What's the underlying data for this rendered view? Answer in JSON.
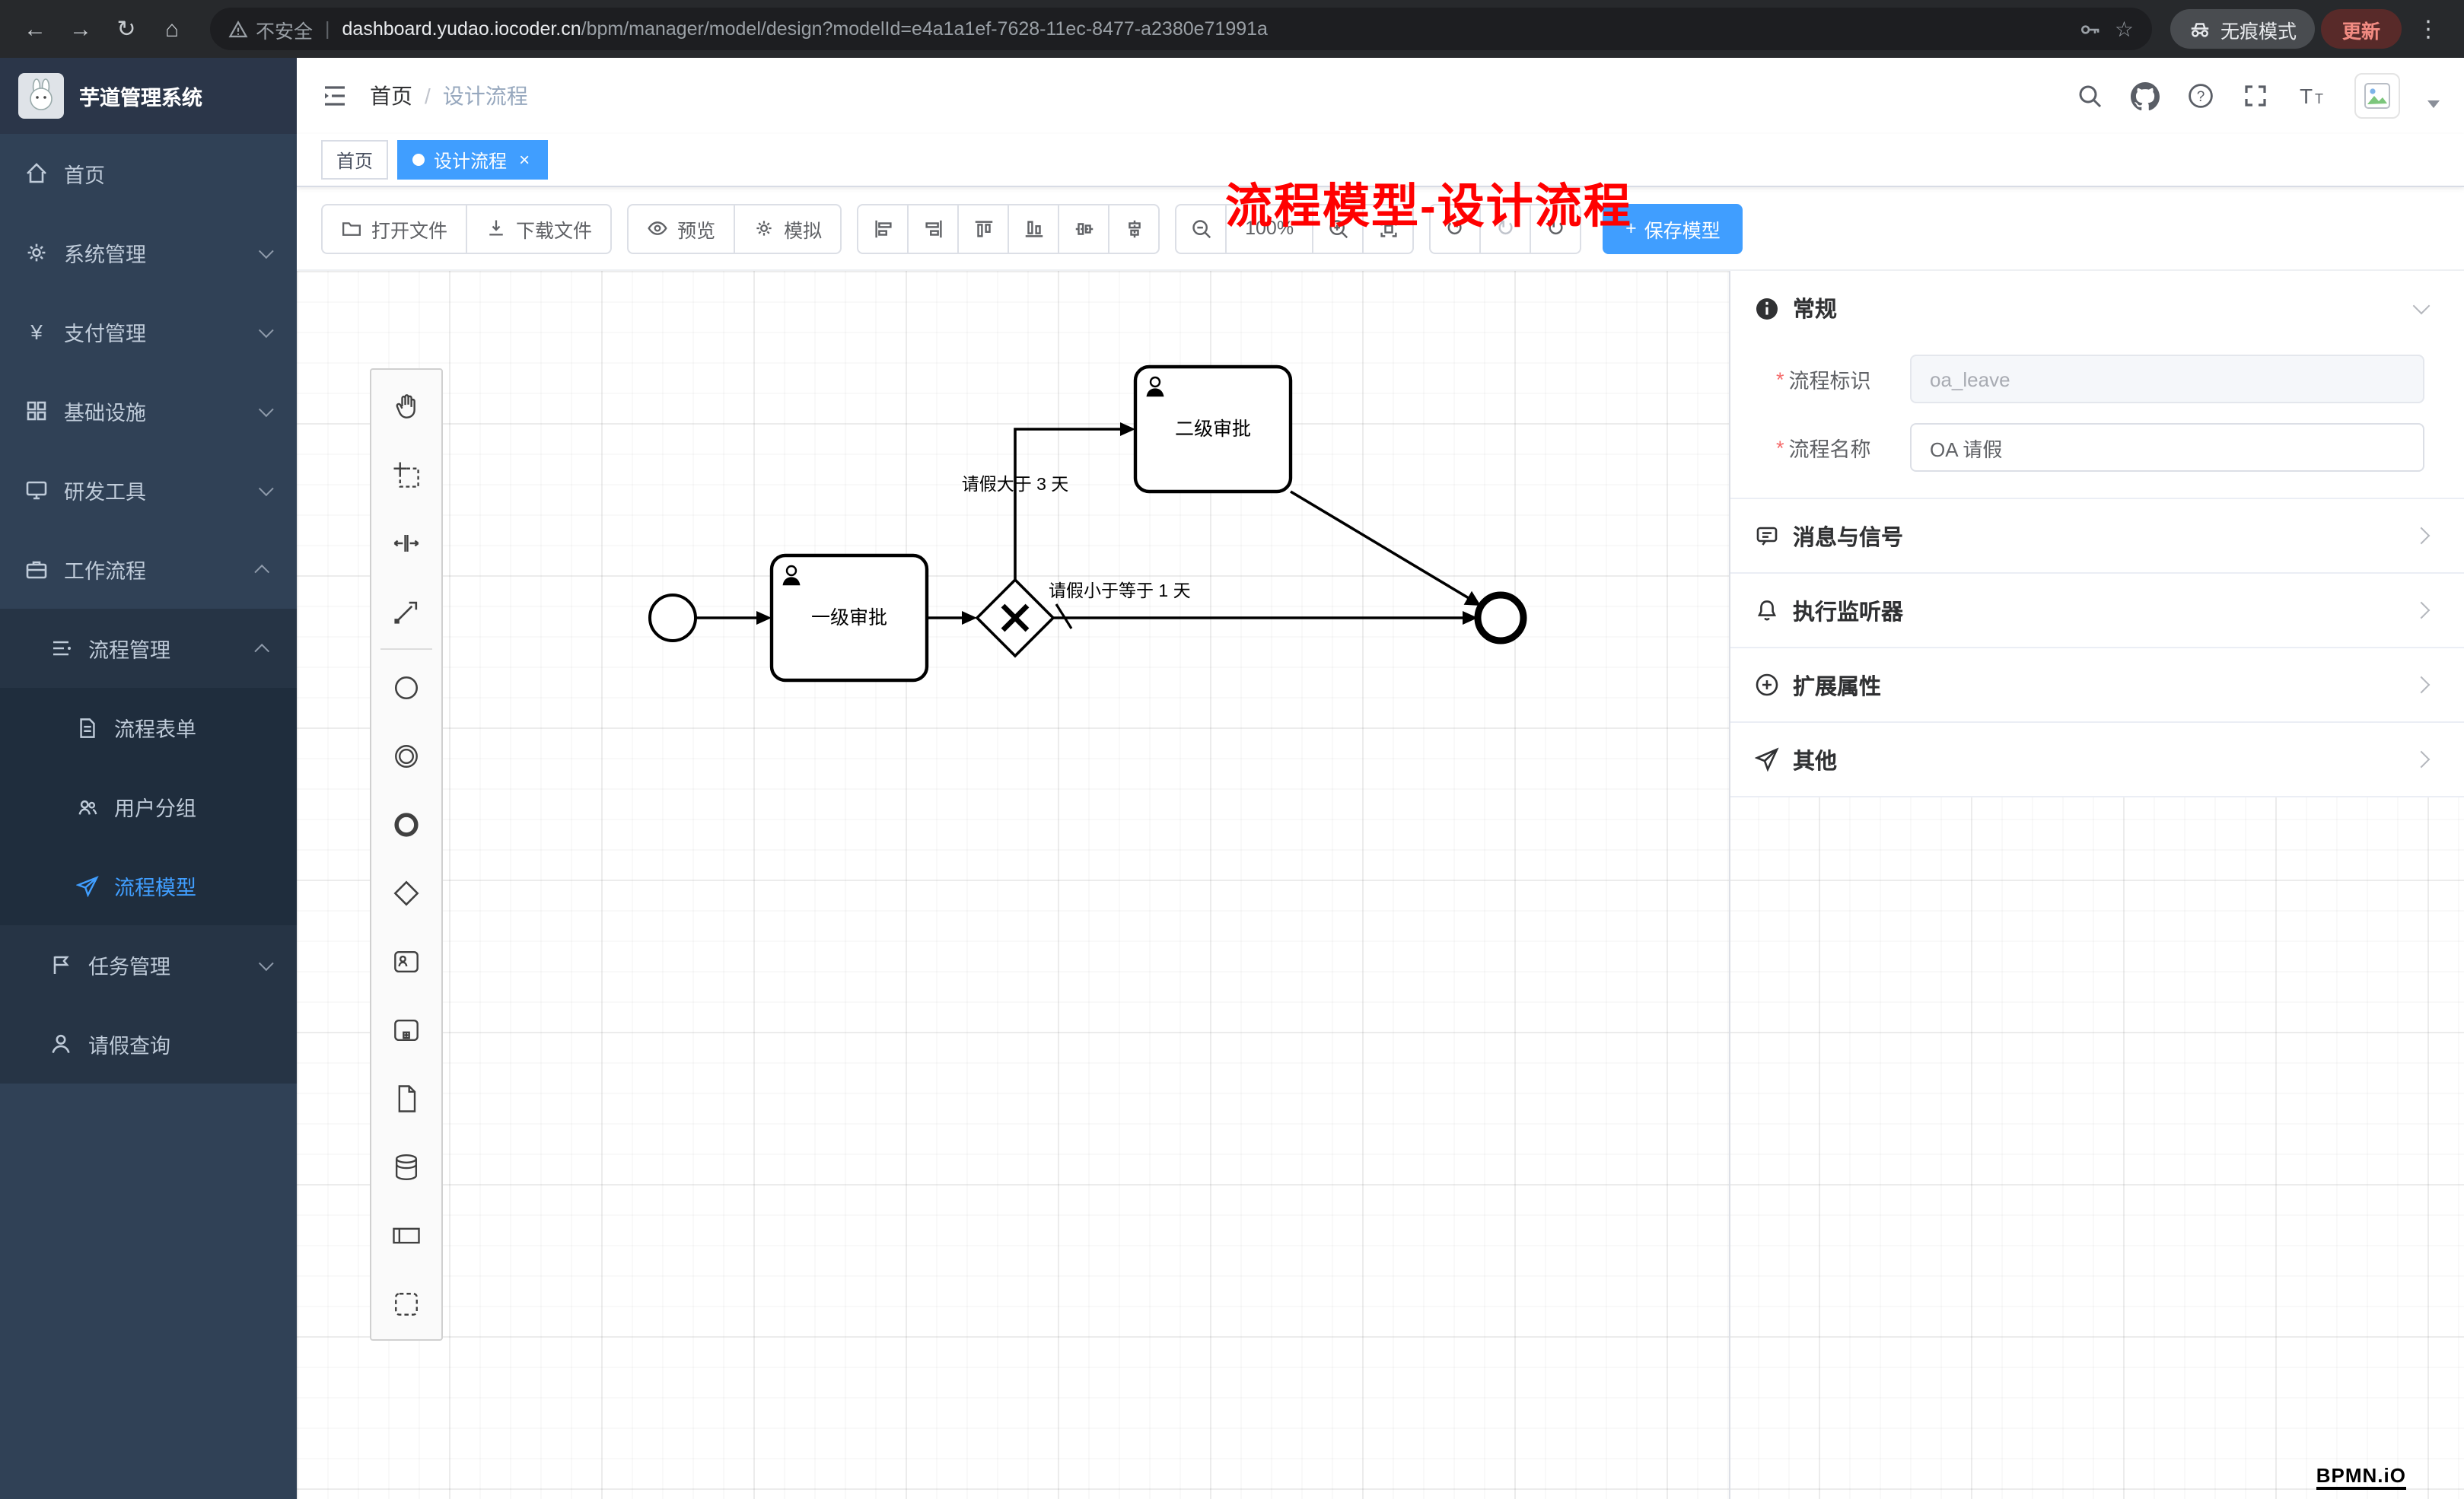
{
  "colors": {
    "accent": "#409eff",
    "annotation_red": "#ff0000",
    "sidebar_bg": "#304156",
    "chrome_bg": "#27292c"
  },
  "browser": {
    "security_label": "不安全",
    "url_domain": "dashboard.yudao.iocoder.cn",
    "url_path": "/bpm/manager/model/design?modelId=e4a1a1ef-7628-11ec-8477-a2380e71991a",
    "incognito_label": "无痕模式",
    "update_label": "更新"
  },
  "sidebar": {
    "logo_title": "芋道管理系统",
    "items": [
      {
        "label": "首页"
      },
      {
        "label": "系统管理"
      },
      {
        "label": "支付管理"
      },
      {
        "label": "基础设施"
      },
      {
        "label": "研发工具"
      },
      {
        "label": "工作流程"
      },
      {
        "label": "流程管理"
      },
      {
        "label": "流程表单"
      },
      {
        "label": "用户分组"
      },
      {
        "label": "流程模型"
      },
      {
        "label": "任务管理"
      },
      {
        "label": "请假查询"
      }
    ]
  },
  "header": {
    "breadcrumb_home": "首页",
    "breadcrumb_sep": "/",
    "breadcrumb_current": "设计流程",
    "annotation": "流程模型-设计流程"
  },
  "tags": {
    "tab_home": "首页",
    "tab_design": "设计流程",
    "close": "×"
  },
  "toolbar": {
    "open_file": "打开文件",
    "download_file": "下载文件",
    "preview": "预览",
    "simulate": "模拟",
    "zoom_level": "100%",
    "plus": "+",
    "save_model": "保存模型",
    "undo": "↺",
    "redo": "↻",
    "refresh": "↻"
  },
  "canvas": {
    "task_level1": "一级审批",
    "task_level2": "二级审批",
    "flow_gt3": "请假大于 3 天",
    "flow_lte1": "请假小于等于 1 天",
    "watermark": "BPMN.iO"
  },
  "panel": {
    "required_mark": "*",
    "general_title": "常规",
    "fields": {
      "process_key": {
        "label": "流程标识",
        "value": "oa_leave"
      },
      "process_name": {
        "label": "流程名称",
        "value": "OA 请假"
      }
    },
    "sections": [
      {
        "title": "消息与信号"
      },
      {
        "title": "执行监听器"
      },
      {
        "title": "扩展属性"
      },
      {
        "title": "其他"
      }
    ]
  }
}
